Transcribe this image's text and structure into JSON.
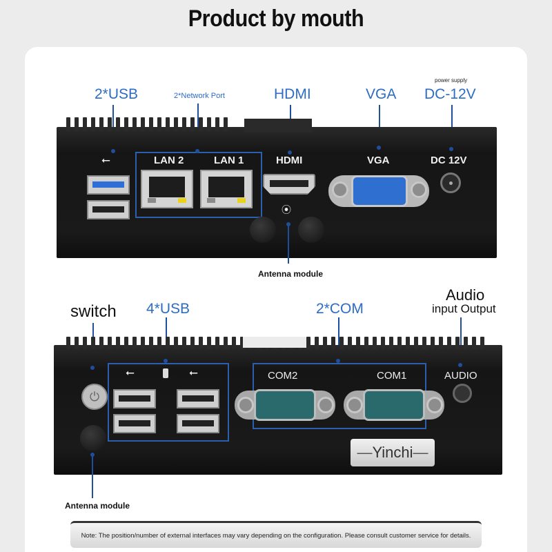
{
  "title": "Product by mouth",
  "top_panel": {
    "usb_label": "2*USB",
    "network_label": "2*Network Port",
    "hdmi_label": "HDMI",
    "vga_label": "VGA",
    "power_supply_label": "power supply",
    "dc_label": "DC-12V",
    "port_lan2": "LAN 2",
    "port_lan1": "LAN 1",
    "port_hdmi": "HDMI",
    "port_vga": "VGA",
    "port_dc": "DC  12V",
    "antenna_label": "Antenna module"
  },
  "bottom_panel": {
    "switch_label": "switch",
    "usb_label": "4*USB",
    "com_label": "2*COM",
    "audio_title": "Audio",
    "audio_subtitle": "input Output",
    "port_com2": "COM2",
    "port_com1": "COM1",
    "port_audio": "AUDIO",
    "logo": "Yinchi",
    "antenna_label": "Antenna module"
  },
  "note": "Note: The position/number of external interfaces may vary depending on the configuration. Please consult customer service for details.",
  "colors": {
    "callout_blue": "#2d6cc4",
    "device_black": "#151515",
    "vga_blue": "#2f6fd0",
    "com_teal": "#2a6a6c"
  }
}
